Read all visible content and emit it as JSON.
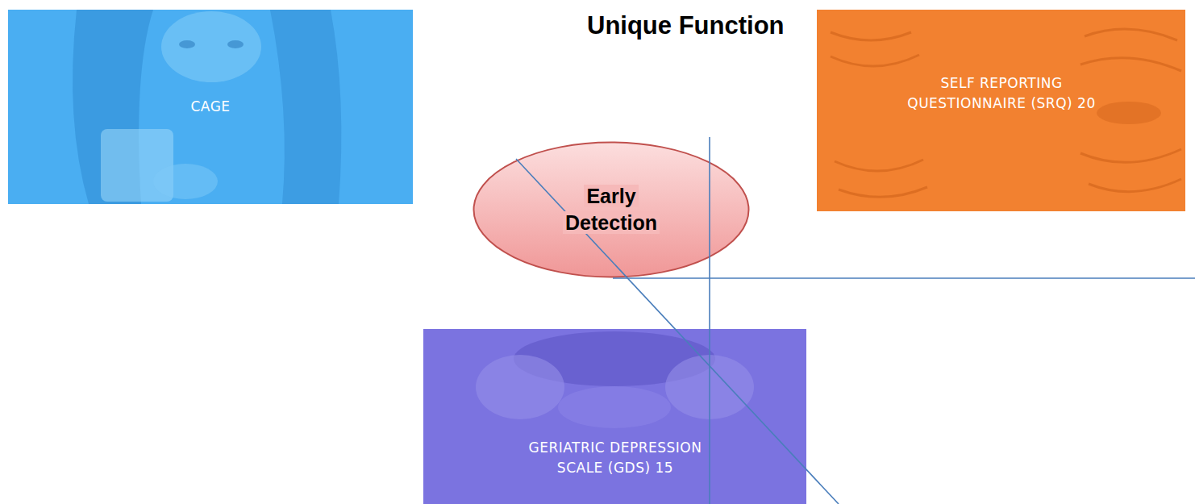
{
  "diagram": {
    "title": "Unique Function",
    "nodes": [
      {
        "text": [
          "CAGE"
        ]
      },
      {
        "text": [
          "SELF REPORTING QUESTIONNAIRE (SRQ) 20"
        ]
      },
      {
        "text": [
          "Early Detection"
        ]
      },
      {
        "text": [
          "GERIATRIC DEPRESSION SCALE (GDS) 15"
        ]
      }
    ]
  }
}
